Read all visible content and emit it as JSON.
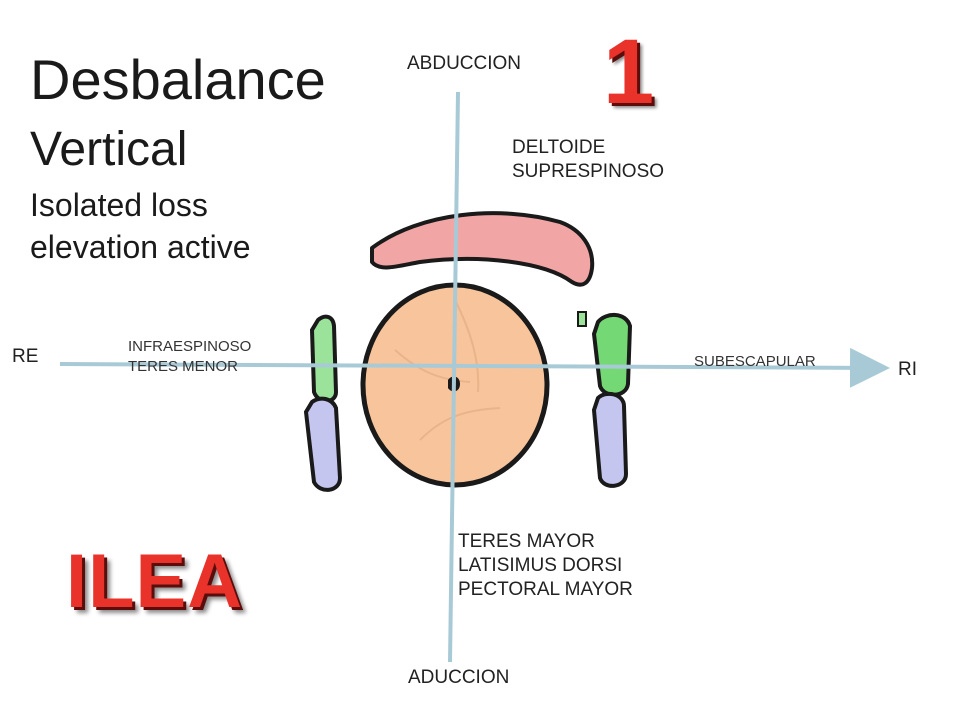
{
  "slide": {
    "title_line1": "Desbalance",
    "title_line2": "Vertical",
    "subtitle_line1": "Isolated loss",
    "subtitle_line2": "elevation active",
    "number": "1",
    "acronym": "ILEA"
  },
  "axes": {
    "top": "ABDUCCION",
    "bottom": "ADUCCION",
    "left": "RE",
    "right": "RI"
  },
  "muscles": {
    "top_group": [
      "DELTOIDE",
      "SUPRESPINOSO"
    ],
    "bottom_group": [
      "TERES MAYOR",
      "LATISIMUS DORSI",
      "PECTORAL MAYOR"
    ],
    "left_group": [
      "INFRAESPINOSO",
      "TERES MENOR"
    ],
    "right_group": [
      "SUBESCAPULAR"
    ]
  },
  "colors": {
    "accent_red": "#e8322a",
    "axis_line": "#a8cad6",
    "humeral_head": "#f7c49c",
    "deltoid": "#f2a5a5",
    "posterior_cuff": "#9be39b",
    "teres": "#c4c6ef"
  }
}
